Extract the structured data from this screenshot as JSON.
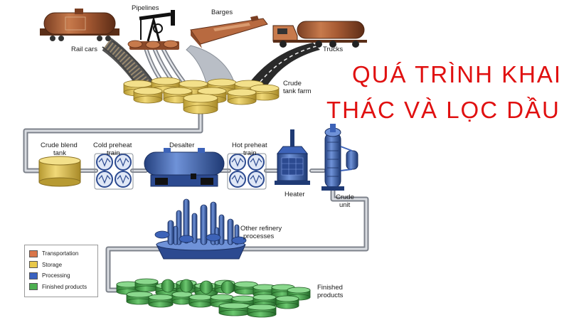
{
  "title": {
    "line1": "QUÁ TRÌNH KHAI",
    "line2": "THÁC VÀ LỌC DẦU"
  },
  "labels": {
    "rail_cars": "Rail cars",
    "pipelines": "Pipelines",
    "barges": "Barges",
    "trucks": "Trucks",
    "crude_tank_farm_1": "Crude",
    "crude_tank_farm_2": "tank farm",
    "crude_blend_tank_1": "Crude blend",
    "crude_blend_tank_2": "tank",
    "cold_preheat_1": "Cold preheat",
    "cold_preheat_2": "train",
    "desalter": "Desalter",
    "hot_preheat_1": "Hot preheat",
    "hot_preheat_2": "train",
    "heater": "Heater",
    "crude_unit_1": "Crude",
    "crude_unit_2": "unit",
    "other_refinery_1": "Other refinery",
    "other_refinery_2": "processes",
    "finished_products_1": "Finished",
    "finished_products_2": "products"
  },
  "legend": [
    {
      "label": "Transportation",
      "color": "#d9764a"
    },
    {
      "label": "Storage",
      "color": "#e8c84a"
    },
    {
      "label": "Processing",
      "color": "#3a62c0"
    },
    {
      "label": "Finished products",
      "color": "#4caf50"
    }
  ],
  "colors": {
    "transport": "#c0704a",
    "storage": "#e2c75a",
    "processing": "#3d63b8",
    "finished": "#46a84a",
    "pipe": "#b8bcc4",
    "title": "#e01010"
  }
}
